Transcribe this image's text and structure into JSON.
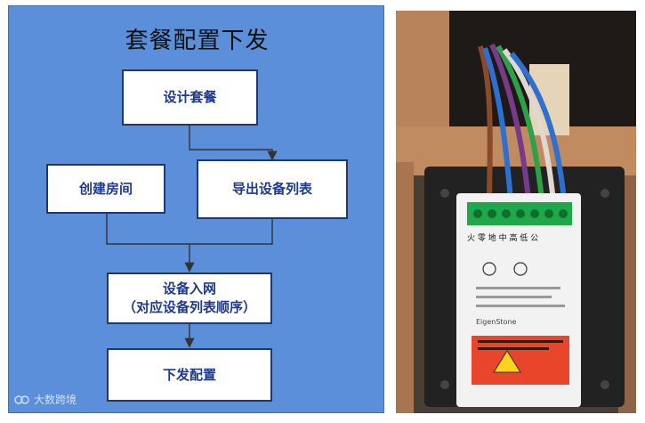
{
  "diagram": {
    "title": "套餐配置下发",
    "steps": [
      {
        "id": "design",
        "label": "设计套餐"
      },
      {
        "id": "create-room",
        "label": "创建房间"
      },
      {
        "id": "export-list",
        "label": "导出设备列表"
      },
      {
        "id": "network",
        "label_line1": "设备入网",
        "label_line2": "（对应设备列表顺序）"
      },
      {
        "id": "deploy",
        "label": "下发配置"
      }
    ]
  },
  "photo": {
    "device_label_top": "火 零 地 中 高 低 公",
    "brand": "EigenStone"
  },
  "watermark": {
    "text": "大数跨境",
    "icon": "brand-logo-icon"
  },
  "colors": {
    "panel_bg": "#5b8fd9",
    "box_border": "#1f3a66",
    "box_text": "#1f3a8a",
    "connector": "#333333",
    "terminal_green": "#1fa84a",
    "warning_label": "#e8452a"
  }
}
